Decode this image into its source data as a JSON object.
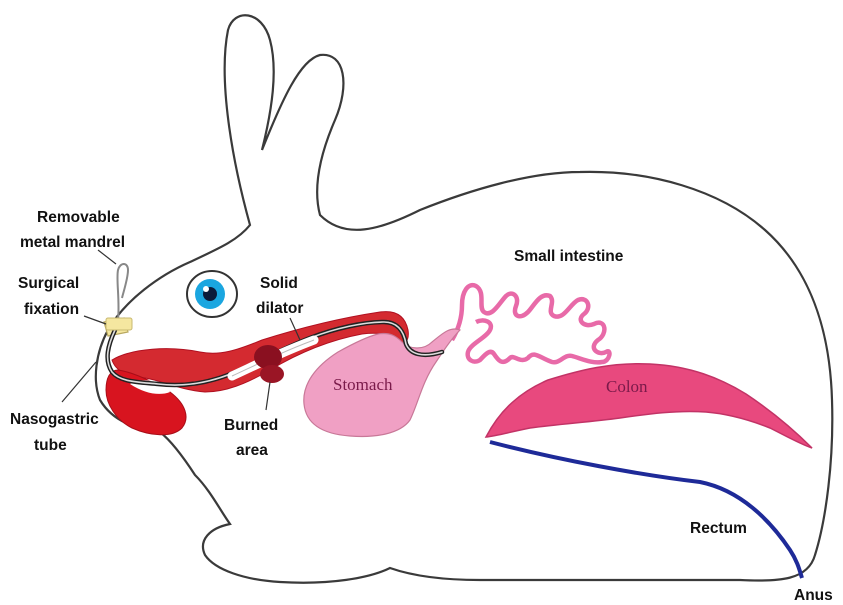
{
  "labels": {
    "mandrel": [
      "Removable",
      "metal mandrel"
    ],
    "fixation": [
      "Surgical",
      "fixation"
    ],
    "tube": [
      "Nasogastric",
      "tube"
    ],
    "dilator": [
      "Solid",
      "dilator"
    ],
    "burned": [
      "Burned",
      "area"
    ],
    "small_intestine": "Small intestine",
    "rectum": "Rectum",
    "anus": "Anus"
  },
  "organs": {
    "stomach": "Stomach",
    "colon": "Colon"
  },
  "colors": {
    "outline": "#3a3a3a",
    "esophagus": "#d42a30",
    "pharynx": "#d8141f",
    "stomach": "#f0a0c4",
    "colon": "#e8497e",
    "small_intestine": "#e86aa8",
    "rectum": "#1e2a98",
    "eye_iris": "#1aa6e0",
    "fixation": "#f5e7a0",
    "burned": "#8a1020"
  }
}
